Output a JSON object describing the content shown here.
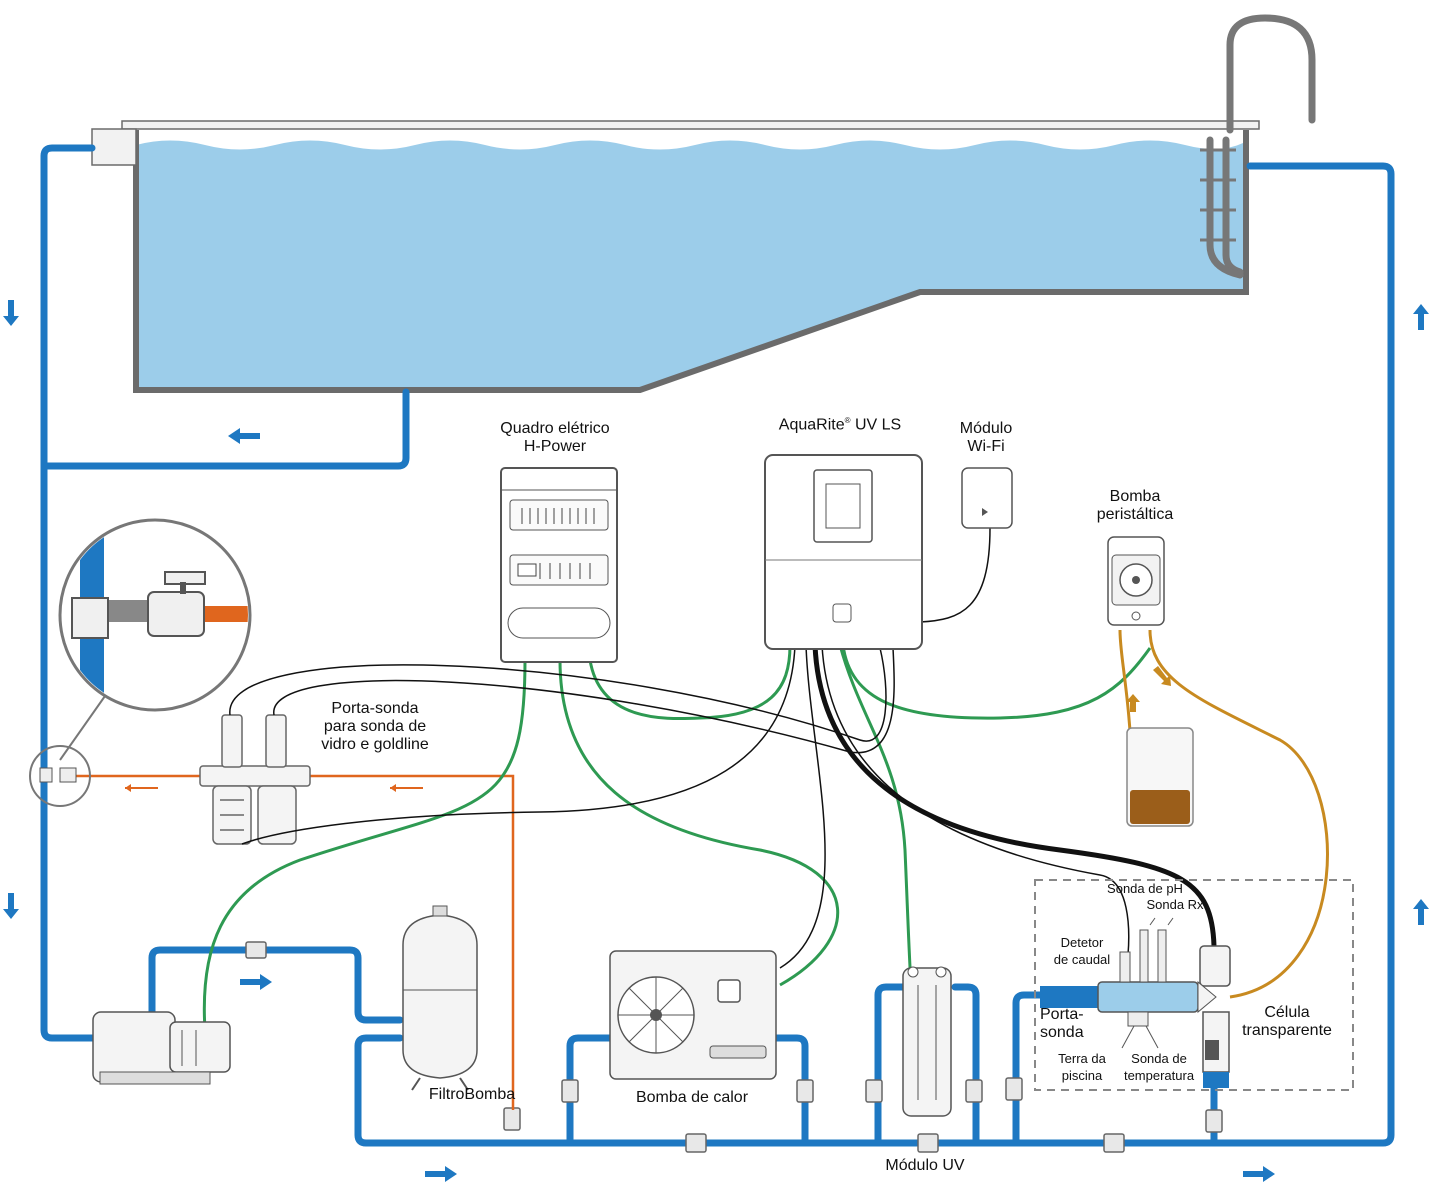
{
  "labels": {
    "quadro_line1": "Quadro elétrico",
    "quadro_line2": "H-Power",
    "aquarite_name": "AquaRite",
    "aquarite_reg": "®",
    "aquarite_model": " UV LS",
    "wifi_line1": "Módulo",
    "wifi_line2": "Wi-Fi",
    "bomba_per_line1": "Bomba",
    "bomba_per_line2": "peristáltica",
    "porta_sonda_line1": "Porta-sonda",
    "porta_sonda_line2": "para sonda de",
    "porta_sonda_line3": "vidro e goldline",
    "filtrobomba": "FiltroBomba",
    "bomba_calor": "Bomba de calor",
    "modulo_uv": "Módulo UV",
    "sonda_ph": "Sonda de pH",
    "sonda_rx": "Sonda Rx",
    "detetor_line1": "Detetor",
    "detetor_line2": "de caudal",
    "porta_line1": "Porta-",
    "porta_line2": "sonda",
    "terra_line1": "Terra da",
    "terra_line2": "piscina",
    "sonda_temp_line1": "Sonda de",
    "sonda_temp_line2": "temperatura",
    "celula_line1": "Célula",
    "celula_line2": "transparente"
  },
  "colors": {
    "water": "#9ccdea",
    "pipe_blue": "#1e78c2",
    "cable_green": "#2e9a52",
    "cable_black": "#111111",
    "acid_line": "#c88a20",
    "sample_line": "#e0661e",
    "outline": "#6b6b6b"
  },
  "icons": [
    "fan-icon",
    "valve-icon",
    "flow-arrow-icon"
  ]
}
